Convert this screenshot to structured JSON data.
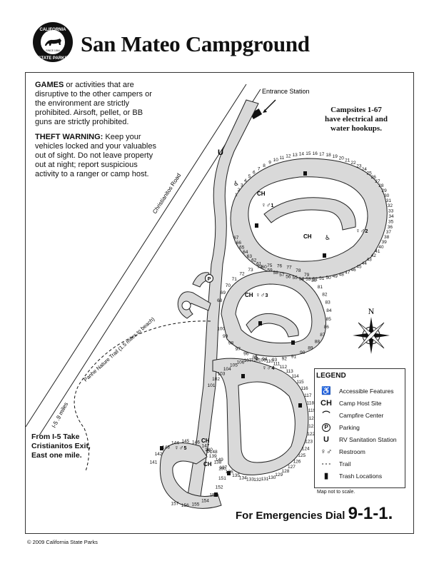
{
  "header": {
    "logo_text": "CALIFORNIA STATE PARKS SINCE 1864",
    "title": "San Mateo Campground"
  },
  "rules": {
    "games_lead": "GAMES",
    "games_text": " or activities that are disruptive to the other campers or the environment are strictly prohibited. Airsoft, pellet, or BB guns are strictly prohibited.",
    "theft_lead": "THEFT WARNING:",
    "theft_text": " Keep your vehicles locked and your valuables out of sight. Do not leave property out at night; report suspicious activity to a ranger or camp host."
  },
  "map": {
    "entrance_label": "Entrance Station",
    "hookups_line1": "Campsites 1-67",
    "hookups_line2": "have electrical and",
    "hookups_line3": "water hookups.",
    "road_label": "Christianitos Road",
    "trail_label": "Panhe Nature Trail (1.5 miles to beach)",
    "distance_label": "I-5 .9 miles",
    "directions_line1": "From I-5 Take",
    "directions_line2": "Cristianitos Exit,",
    "directions_line3": "East one mile.",
    "north_label": "N",
    "restroom_numbers": [
      "1",
      "2",
      "3",
      "4",
      "5"
    ],
    "campsites": [
      "1",
      "2",
      "3",
      "4",
      "5",
      "6",
      "7",
      "8",
      "9",
      "10",
      "11",
      "12",
      "13",
      "14",
      "15",
      "16",
      "17",
      "18",
      "19",
      "20",
      "21",
      "22",
      "23",
      "24",
      "25",
      "26",
      "27",
      "28",
      "29",
      "30",
      "31",
      "32",
      "33",
      "34",
      "35",
      "36",
      "37",
      "38",
      "39",
      "40",
      "41",
      "42",
      "43",
      "44",
      "45",
      "46",
      "47",
      "48",
      "49",
      "50",
      "51",
      "52",
      "53",
      "54",
      "55",
      "56",
      "57",
      "58",
      "59",
      "60",
      "61",
      "62",
      "63",
      "64",
      "65",
      "66",
      "67",
      "68",
      "69",
      "70",
      "71",
      "72",
      "73",
      "74",
      "75",
      "76",
      "77",
      "78",
      "79",
      "80",
      "81",
      "82",
      "83",
      "84",
      "85",
      "86",
      "87",
      "88",
      "89",
      "90",
      "91",
      "92",
      "93",
      "94",
      "95",
      "96",
      "97",
      "98",
      "99",
      "100",
      "101",
      "102",
      "103",
      "104",
      "105",
      "106",
      "107",
      "108",
      "109",
      "110",
      "111",
      "112",
      "113",
      "114",
      "115",
      "116",
      "117",
      "118",
      "119",
      "120",
      "121",
      "122",
      "123",
      "124",
      "125",
      "126",
      "127",
      "128",
      "129",
      "130",
      "131",
      "132",
      "133",
      "134",
      "135",
      "136",
      "137",
      "138",
      "139",
      "140",
      "141",
      "142",
      "143",
      "144",
      "145",
      "146",
      "147",
      "148",
      "149",
      "150",
      "151",
      "152",
      "153",
      "154",
      "155",
      "156",
      "157"
    ]
  },
  "legend": {
    "title": "LEGEND",
    "items": [
      {
        "icon": "wheelchair-icon",
        "symbol": "♿",
        "label": "Accessible Features"
      },
      {
        "icon": "camp-host-icon",
        "symbol": "CH",
        "label": "Camp Host Site"
      },
      {
        "icon": "campfire-center-icon",
        "symbol": "⌒",
        "label": "Campfire Center"
      },
      {
        "icon": "parking-icon",
        "symbol": "P",
        "label": "Parking"
      },
      {
        "icon": "rv-sanitation-icon",
        "symbol": "U",
        "label": "RV Sanitation Station"
      },
      {
        "icon": "restroom-icon",
        "symbol": "♀♂",
        "label": "Restroom"
      },
      {
        "icon": "trail-icon",
        "symbol": "- - -",
        "label": "Trail"
      },
      {
        "icon": "trash-icon",
        "symbol": "▮",
        "label": "Trash Locations"
      }
    ],
    "scale_note": "Map not to scale."
  },
  "footer": {
    "emergency_text": "For Emergencies Dial ",
    "emergency_number": "9-1-1.",
    "copyright": "© 2009 California State Parks"
  },
  "colors": {
    "road_fill": "#d9d9d9",
    "outline": "#222222",
    "background": "#ffffff"
  }
}
